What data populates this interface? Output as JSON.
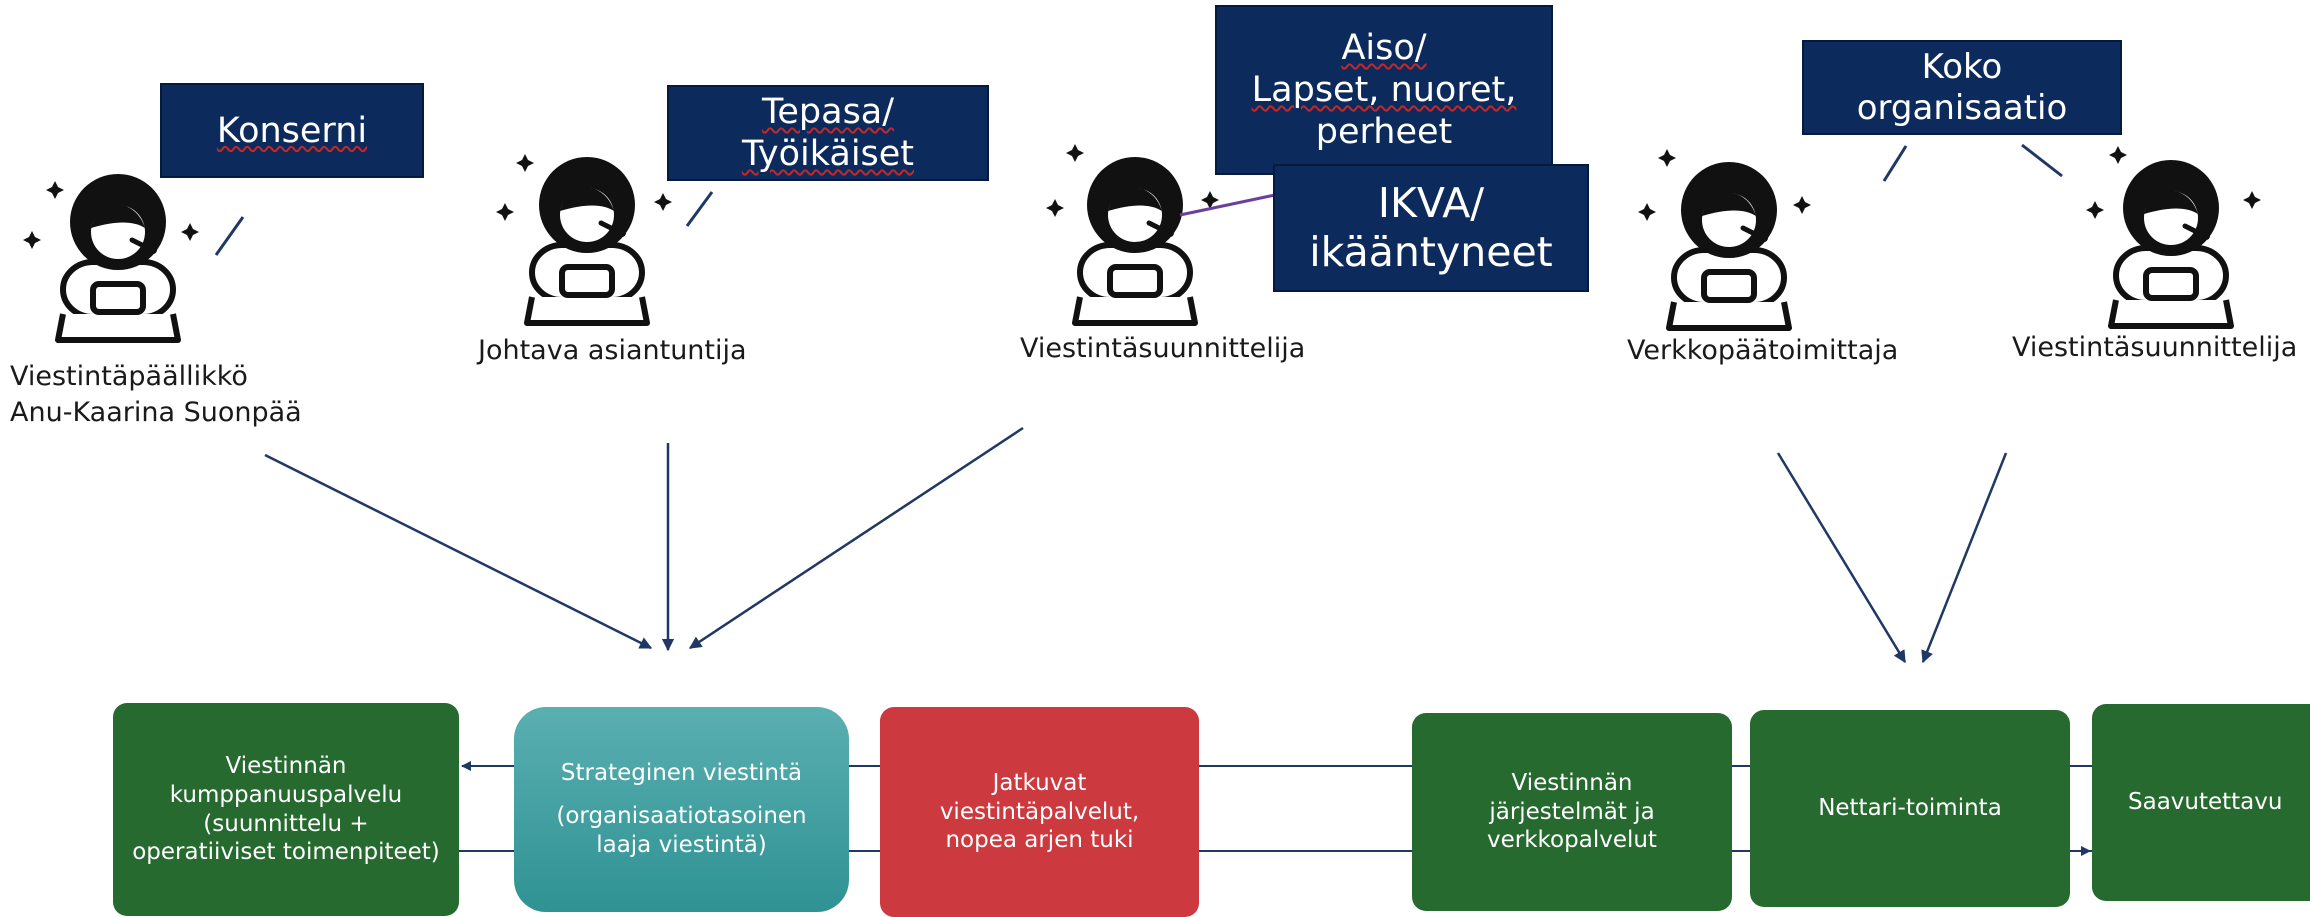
{
  "callouts": {
    "konserni": [
      "Konserni"
    ],
    "tepasa": [
      "Tepasa/",
      "Työikäiset"
    ],
    "aiso": [
      "Aiso/",
      "Lapset, nuoret,",
      "perheet"
    ],
    "ikva": [
      "IKVA/",
      "ikääntyneet"
    ],
    "koko": [
      "Koko",
      "organisaatio"
    ]
  },
  "people": {
    "p1": [
      "Viestintäpäällikkö",
      "Anu-Kaarina Suonpää"
    ],
    "p2": [
      "Johtava asiantuntija"
    ],
    "p3": [
      "Viestintäsuunnittelija"
    ],
    "p4": [
      "Verkkopäätoimittaja"
    ],
    "p5": [
      "Viestintäsuunnittelija"
    ]
  },
  "boxes": {
    "kumppanuus": [
      "Viestinnän",
      "kumppanuuspalvelu",
      "(suunnittelu +",
      "operatiiviset toimenpiteet)"
    ],
    "strateginen_title": "Strateginen viestintä",
    "strateginen_sub": [
      "(organisaatiotasoinen",
      "laaja viestintä)"
    ],
    "jatkuvat": [
      "Jatkuvat",
      "viestintäpalvelut,",
      "nopea arjen tuki"
    ],
    "jarjestelmat": [
      "Viestinnän",
      "järjestelmät ja",
      "verkkopalvelut"
    ],
    "nettari": [
      "Nettari-toiminta"
    ],
    "saavutettavuus": [
      "Saavutettavu"
    ]
  },
  "colors": {
    "callout": "#0c2a5b",
    "box_green": "#276a2f",
    "box_teal": "#3fa0a2",
    "box_red": "#cc3a3f",
    "connector": "#1f3864",
    "purple_line": "#6a3fa0"
  },
  "icons": [
    "astronaut-icon",
    "sparkle-icon",
    "arrow-icon"
  ]
}
